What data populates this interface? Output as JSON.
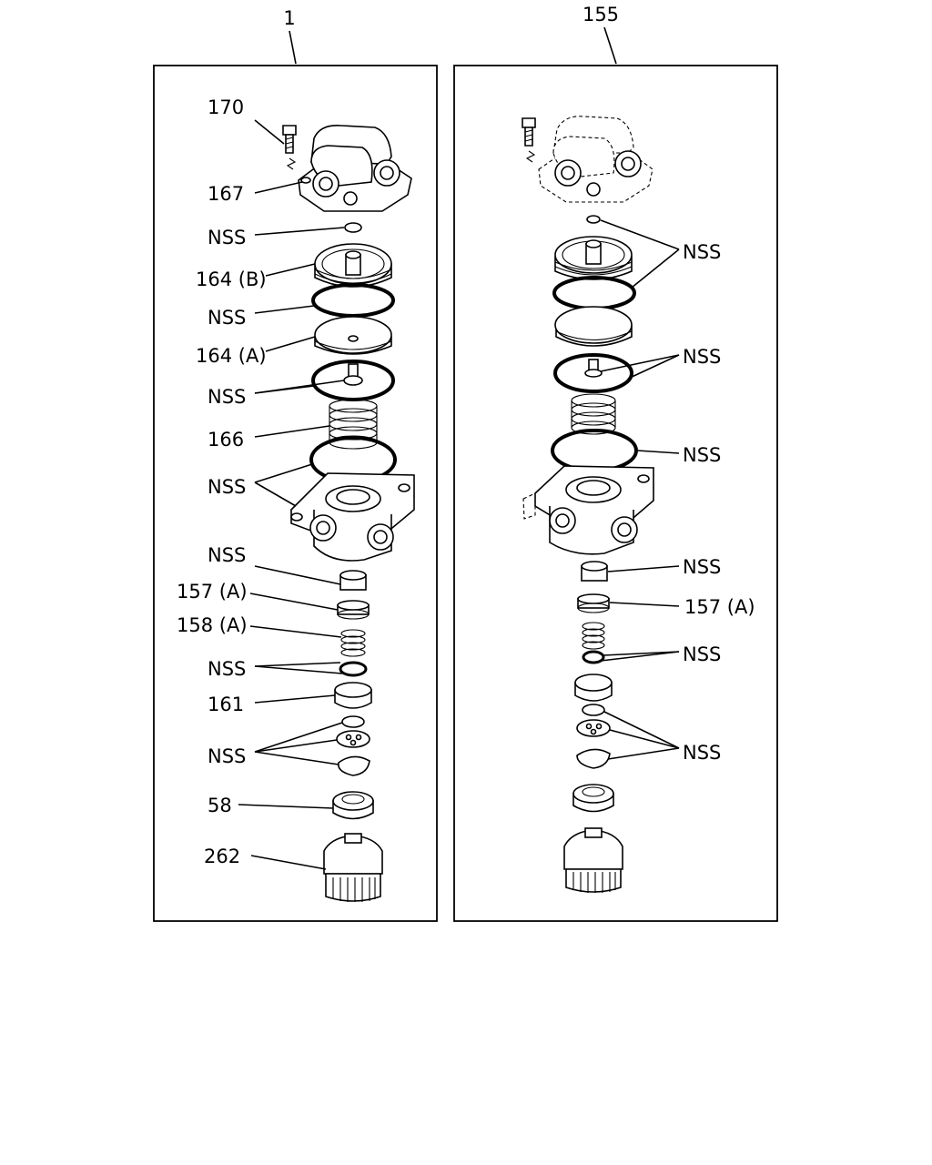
{
  "assemblies": [
    {
      "number": "1",
      "callouts": [
        "170",
        "167",
        "NSS",
        "164 (B)",
        "NSS",
        "164 (A)",
        "NSS",
        "166",
        "NSS",
        "NSS",
        "157 (A)",
        "158 (A)",
        "NSS",
        "161",
        "NSS",
        "58",
        "262"
      ]
    },
    {
      "number": "155",
      "callouts": [
        "NSS",
        "NSS",
        "NSS",
        "NSS",
        "157 (A)",
        "NSS",
        "NSS"
      ]
    }
  ]
}
